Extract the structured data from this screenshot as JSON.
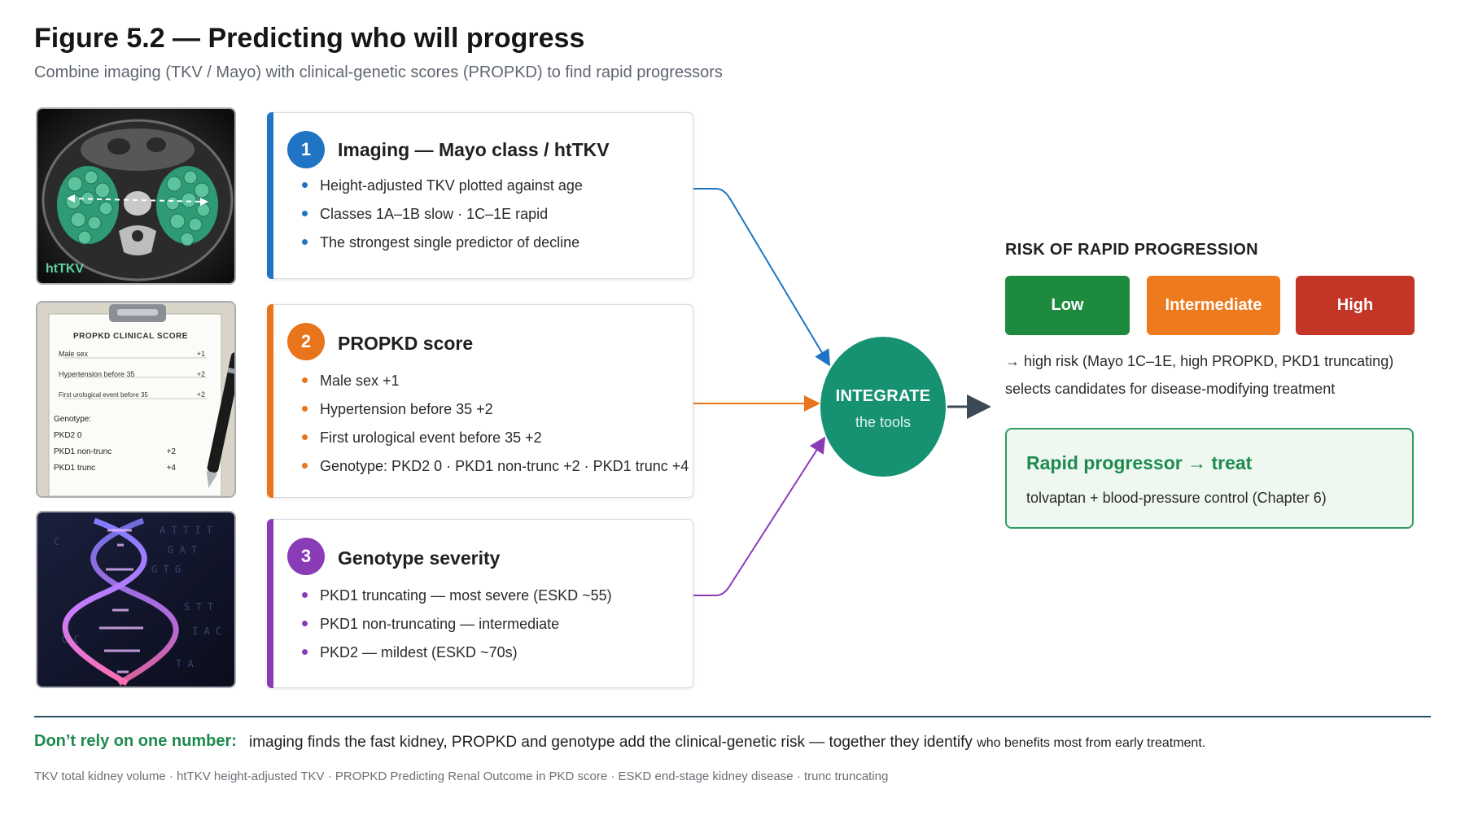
{
  "header": {
    "title": "Figure 5.2 — Predicting who will progress",
    "subtitle": "Combine imaging (TKV / Mayo) with clinical-genetic scores (PROPKD) to find rapid progressors"
  },
  "thumbnails": {
    "ct_label": "htTKV",
    "score_sheet": {
      "title": "PROPKD CLINICAL SCORE",
      "rows": [
        {
          "label": "Male sex",
          "pts": "+1"
        },
        {
          "label": "Hypertension before 35",
          "pts": "+2"
        },
        {
          "label": "First urological event before 35",
          "pts": "+2"
        }
      ],
      "genotype_label": "Genotype:",
      "genotype_rows": [
        {
          "label": "PKD2 0",
          "pts": ""
        },
        {
          "label": "PKD1 non-trunc",
          "pts": "+2"
        },
        {
          "label": "PKD1 trunc",
          "pts": "+4"
        }
      ]
    }
  },
  "cards": [
    {
      "number": "1",
      "title": "Imaging — Mayo class / htTKV",
      "color": "#1f74c4",
      "bullets": [
        "Height-adjusted TKV plotted against age",
        "Classes 1A–1B slow · 1C–1E rapid",
        "The strongest single predictor of decline"
      ]
    },
    {
      "number": "2",
      "title": "PROPKD score",
      "color": "#e8741c",
      "bullets": [
        "Male sex +1",
        "Hypertension before 35 +2",
        "First urological event before 35 +2",
        "Genotype: PKD2 0 · PKD1 non-trunc +2 · PKD1 trunc +4"
      ]
    },
    {
      "number": "3",
      "title": "Genotype severity",
      "color": "#8a3cb8",
      "bullets": [
        "PKD1 truncating — most severe (ESKD ~55)",
        "PKD1 non-truncating — intermediate",
        "PKD2 — mildest (ESKD ~70s)"
      ]
    }
  ],
  "integrate": {
    "line1": "INTEGRATE",
    "line2": "the tools",
    "color": "#169273"
  },
  "risk": {
    "title": "RISK OF RAPID PROGRESSION",
    "levels": [
      {
        "label": "Low",
        "color": "#1e8a3e"
      },
      {
        "label": "Intermediate",
        "color": "#ee7a1e"
      },
      {
        "label": "High",
        "color": "#c23527"
      }
    ],
    "text_line1": "→ high risk (Mayo 1C–1E, high PROPKD, PKD1 truncating)",
    "text_line2": "selects candidates for disease-modifying treatment",
    "treat_title": "Rapid progressor → treat",
    "treat_text": "tolvaptan + blood-pressure control (Chapter 6)"
  },
  "footer": {
    "key": "Don’t rely on one number:",
    "main_part1": "imaging finds the fast kidney, PROPKD and genotype add the clinical-genetic risk — together they identify",
    "main_part2": "who benefits most from early treatment.",
    "abbreviations": "TKV total kidney volume · htTKV height-adjusted TKV · PROPKD Predicting Renal Outcome in PKD score · ESKD end-stage kidney disease · trunc truncating"
  }
}
